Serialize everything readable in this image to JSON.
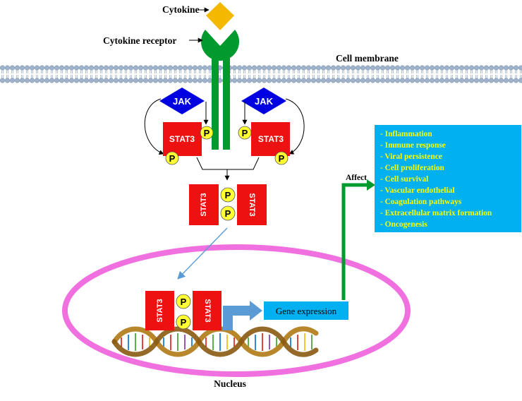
{
  "labels": {
    "cytokine": "Cytokine",
    "cytokine_receptor": "Cytokine receptor",
    "cell_membrane": "Cell membrane",
    "jak": "JAK",
    "stat3": "STAT3",
    "phospho": "P",
    "gene_expression": "Gene expression",
    "affect": "Affect",
    "nucleus": "Nucleus"
  },
  "effects": [
    "- Inflammation",
    "- Immune response",
    "- Viral persistence",
    "- Cell proliferation",
    "- Cell survival",
    "- Vascular endothelial",
    "- Coagulation pathways",
    "- Extracellular matrix formation",
    "- Oncogenesis"
  ],
  "colors": {
    "cytokine": "#f5b800",
    "receptor": "#009a2e",
    "jak": "#0000e0",
    "stat3": "#ee1111",
    "phosphate": "#ffff33",
    "nucleus": "#f070e0",
    "gene_expression_box": "#00b0f0",
    "effects_box": "#00b0f0",
    "effects_text": "#ffff00",
    "membrane": "#a9bfd6"
  }
}
